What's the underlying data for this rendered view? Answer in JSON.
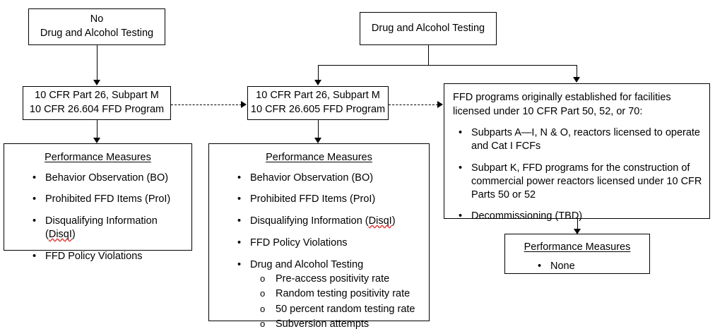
{
  "diagram": {
    "title": "FFD Program Performance Measures Flowchart",
    "nodes": {
      "no_testing": {
        "line1": "No",
        "line2": "Drug and Alcohol Testing"
      },
      "testing": {
        "line1": "Drug and Alcohol Testing"
      },
      "subpart_m_604": {
        "line1": "10 CFR Part 26, Subpart M",
        "line2": "10 CFR 26.604 FFD Program"
      },
      "subpart_m_605": {
        "line1": "10 CFR Part 26, Subpart M",
        "line2": "10 CFR 26.605 FFD Program"
      },
      "ffd_programs": {
        "intro_line1": "FFD programs originally established for facilities",
        "intro_line2": "licensed under 10 CFR Part 50, 52, or 70:",
        "bullets": [
          "Subparts A—I, N & O, reactors licensed to operate and Cat I FCFs",
          "Subpart K, FFD programs for the construction of commercial power reactors licensed under 10 CFR Parts 50 or 52",
          "Decommissioning (TBD)"
        ]
      },
      "pm_left": {
        "title": "Performance Measures",
        "bullets": [
          "Behavior Observation (BO)",
          "Prohibited FFD Items (ProI)",
          "Disqualifying Information (DisqI)",
          "FFD Policy Violations"
        ],
        "misspelled_token": "DisqI"
      },
      "pm_middle": {
        "title": "Performance Measures",
        "bullets": [
          "Behavior Observation (BO)",
          "Prohibited FFD Items (ProI)",
          "Disqualifying Information (DisqI)",
          "FFD Policy Violations",
          "Drug and Alcohol Testing"
        ],
        "misspelled_token": "DisqI",
        "sub_bullets": [
          "Pre-access positivity rate",
          "Random testing positivity rate",
          "50 percent random testing rate",
          "Subversion attempts"
        ]
      },
      "pm_right": {
        "title": "Performance Measures",
        "bullets": [
          "None"
        ]
      }
    },
    "glyphs": {
      "bullet": "•",
      "subbullet": "o"
    },
    "colors": {
      "stroke": "#000000",
      "background": "#ffffff",
      "text": "#000000",
      "spellcheck_underline": "#e03a3a"
    },
    "connectors": [
      {
        "from": "no_testing",
        "to": "subpart_m_604",
        "style": "solid-arrow"
      },
      {
        "from": "subpart_m_604",
        "to": "pm_left",
        "style": "solid-arrow"
      },
      {
        "from": "subpart_m_604",
        "to": "subpart_m_605",
        "style": "dashed-arrow"
      },
      {
        "from": "testing",
        "to": "subpart_m_605",
        "style": "solid-arrow"
      },
      {
        "from": "testing",
        "to": "ffd_programs",
        "style": "solid-arrow"
      },
      {
        "from": "subpart_m_605",
        "to": "pm_middle",
        "style": "solid-arrow"
      },
      {
        "from": "subpart_m_605",
        "to": "ffd_programs",
        "style": "dashed-arrow"
      },
      {
        "from": "ffd_programs",
        "to": "pm_right",
        "style": "solid-arrow"
      }
    ]
  }
}
